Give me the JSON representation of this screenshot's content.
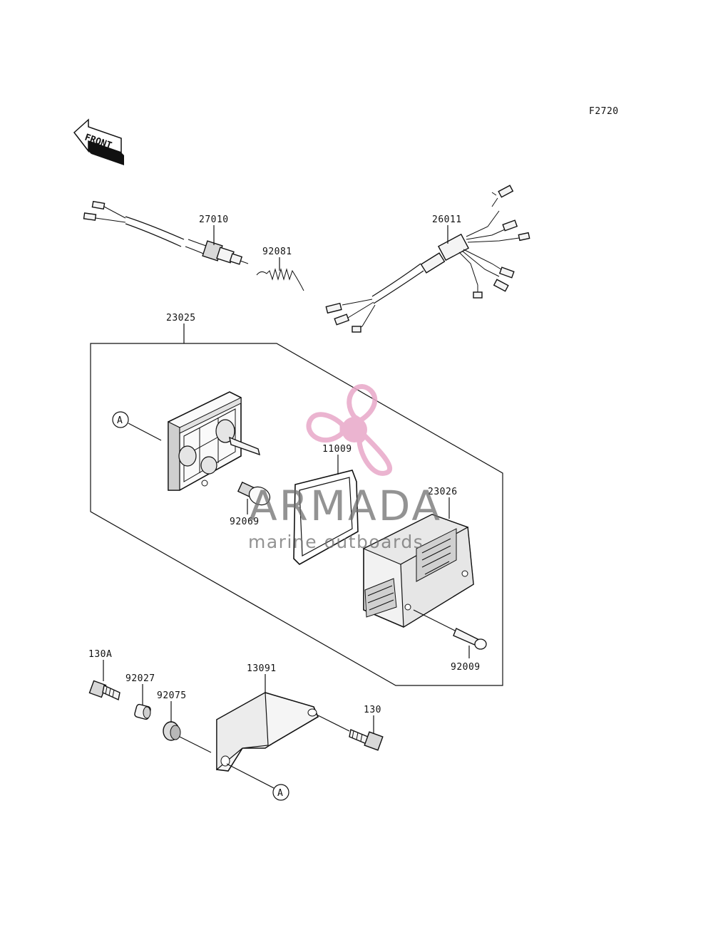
{
  "diagram_code": "F2720",
  "front_label": "FRONT",
  "parts": {
    "p27010": "27010",
    "p92081": "92081",
    "p26011": "26011",
    "p23025": "23025",
    "p11009": "11009",
    "p23026": "23026",
    "p92069": "92069",
    "p92009": "92009",
    "p130A": "130A",
    "p92027": "92027",
    "p92075": "92075",
    "p13091": "13091",
    "p130": "130"
  },
  "ref_marks": {
    "a_top": "A",
    "a_bottom": "A"
  },
  "watermark": {
    "brand": "ARMADA",
    "tagline": "marine outboards",
    "colors": {
      "logo": "#e8a7c8",
      "text": "#6f6f6f"
    }
  }
}
